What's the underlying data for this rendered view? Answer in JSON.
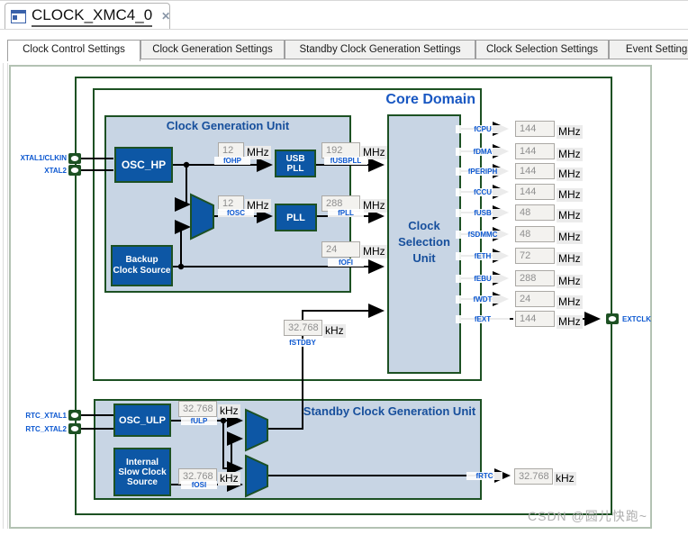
{
  "editor": {
    "tab_title": "CLOCK_XMC4_0",
    "close_glyph": "✕"
  },
  "tabs": [
    "Clock Control Settings",
    "Clock Generation Settings",
    "Standby Clock Generation Settings",
    "Clock Selection Settings",
    "Event Settings"
  ],
  "diagram": {
    "titles": {
      "core": "Core Domain",
      "cgu": "Clock Generation Unit",
      "csu": "Clock Selection Unit",
      "scgu": "Standby Clock Generation Unit"
    },
    "blocks": {
      "osc_hp": "OSC_HP",
      "usb_pll": "USB PLL",
      "pll": "PLL",
      "backup": "Backup Clock Source",
      "osc_ulp": "OSC_ULP",
      "internal_slow": "Internal Slow Clock Source"
    },
    "pins": {
      "xtal1": "XTAL1/CLKIN",
      "xtal2": "XTAL2",
      "rtc_xtal1": "RTC_XTAL1",
      "rtc_xtal2": "RTC_XTAL2",
      "extclk": "EXTCLK"
    },
    "signals": {
      "fohp": {
        "name": "fOHP",
        "value": "12",
        "unit": "MHz"
      },
      "fusbpll": {
        "name": "fUSBPLL",
        "value": "192",
        "unit": "MHz"
      },
      "fosc": {
        "name": "fOSC",
        "value": "12",
        "unit": "MHz"
      },
      "fpll": {
        "name": "fPLL",
        "value": "288",
        "unit": "MHz"
      },
      "fofi": {
        "name": "fOFI",
        "value": "24",
        "unit": "MHz"
      },
      "fstdby": {
        "name": "fSTDBY",
        "value": "32.768",
        "unit": "kHz"
      },
      "fulp": {
        "name": "fULP",
        "value": "32.768",
        "unit": "kHz"
      },
      "fosi": {
        "name": "fOSI",
        "value": "32.768",
        "unit": "kHz"
      },
      "frtc": {
        "name": "fRTC",
        "value": "32.768",
        "unit": "kHz"
      },
      "fcpu": {
        "name": "fCPU",
        "value": "144",
        "unit": "MHz"
      },
      "fdma": {
        "name": "fDMA",
        "value": "144",
        "unit": "MHz"
      },
      "fperiph": {
        "name": "fPERIPH",
        "value": "144",
        "unit": "MHz"
      },
      "fccu": {
        "name": "fCCU",
        "value": "144",
        "unit": "MHz"
      },
      "fusb": {
        "name": "fUSB",
        "value": "48",
        "unit": "MHz"
      },
      "fsdmmc": {
        "name": "fSDMMC",
        "value": "48",
        "unit": "MHz"
      },
      "feth": {
        "name": "fETH",
        "value": "72",
        "unit": "MHz"
      },
      "febu": {
        "name": "fEBU",
        "value": "288",
        "unit": "MHz"
      },
      "fwdt": {
        "name": "fWDT",
        "value": "24",
        "unit": "MHz"
      },
      "fext": {
        "name": "fEXT",
        "value": "144",
        "unit": "MHz"
      }
    },
    "watermark": "CSDN @圆儿快跑~"
  },
  "colors": {
    "border_green": "#1d5123",
    "block_blue": "#0d57a5",
    "panel_blue": "#c8d5e4",
    "signal_blue": "#0b57d0",
    "title_blue": "#174f9c"
  }
}
